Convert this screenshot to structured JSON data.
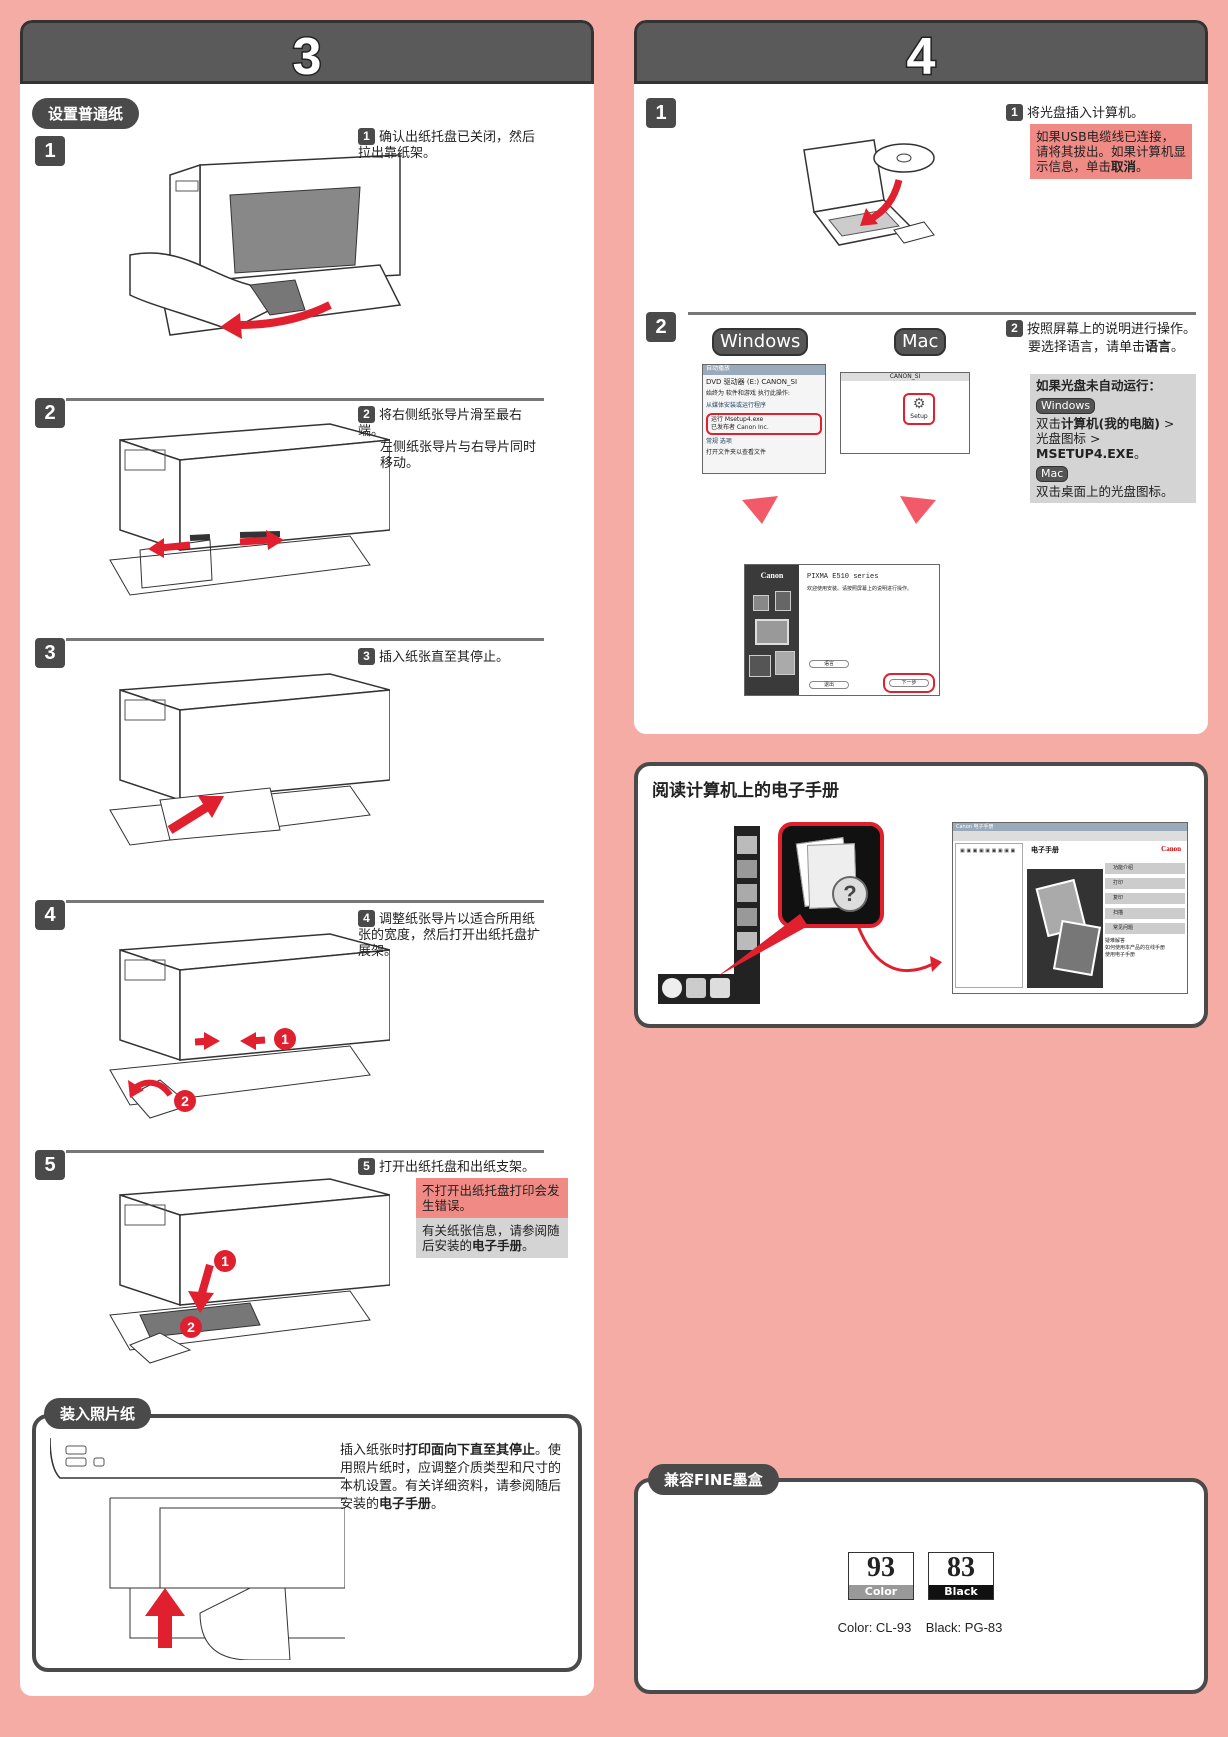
{
  "left": {
    "number": "3",
    "section1_title": "设置普通纸",
    "steps": [
      {
        "num": "1",
        "text": "确认出纸托盘已关闭，然后拉出靠纸架。"
      },
      {
        "num": "2",
        "text": "将右侧纸张导片滑至最右端。",
        "note": "左侧纸张导片与右导片同时移动。"
      },
      {
        "num": "3",
        "text": "插入纸张直至其停止。"
      },
      {
        "num": "4",
        "text": "调整纸张导片以适合所用纸张的宽度，然后打开出纸托盘扩展架。"
      },
      {
        "num": "5",
        "text": "打开出纸托盘和出纸支架。",
        "warning": "不打开出纸托盘打印会发生错误。",
        "info_pre": "有关纸张信息，请参阅随后安装的",
        "info_bold": "电子手册",
        "info_post": "。"
      }
    ],
    "callouts": [
      "1",
      "2"
    ],
    "section2_title": "装入照片纸",
    "photo_pre": "插入纸张时",
    "photo_bold1": "打印面向下直至其停止",
    "photo_mid": "。使用照片纸时，应调整介质类型和尺寸的本机设置。有关详细资料，请参阅随后安装的",
    "photo_bold2": "电子手册",
    "photo_post": "。"
  },
  "right": {
    "number": "4",
    "step1": {
      "num": "1",
      "text": "将光盘插入计算机。",
      "warning_pre": "如果USB电缆线已连接，请将其拔出。如果计算机显示信息，单击",
      "warning_bold": "取消",
      "warning_post": "。"
    },
    "step2": {
      "num": "2",
      "text": "按照屏幕上的说明进行操作。",
      "note_pre": "要选择语言，请单击",
      "note_bold": "语言",
      "note_post": "。",
      "box_title": "如果光盘未自动运行：",
      "windows_label": "Windows",
      "windows_pre": "双击",
      "windows_bold1": "计算机(我的电脑)",
      "windows_mid": " > 光盘图标 > ",
      "windows_bold2": "MSETUP4.EXE",
      "windows_post": "。",
      "mac_label": "Mac",
      "mac_text": "双击桌面上的光盘图标。"
    },
    "os_windows": "Windows",
    "os_mac": "Mac",
    "screenshots": {
      "autoplay_title": "自动播放",
      "dvd_drive": "DVD 驱动器 (E:) CANON_SI",
      "always": "始终为 软件和游戏 执行此操作:",
      "install_prompt": "从媒体安装或运行程序",
      "run_msetup": "运行 Msetup4.exe",
      "publisher": "已发布者 Canon Inc.",
      "general": "常规 选项",
      "open_folder": "打开文件夹以查看文件",
      "mac_title": "CANON_SI",
      "mac_icon": "Setup",
      "canon": "Canon",
      "pixma": "PIXMA E510 series",
      "welcome": "欢迎使用安装。请按照屏幕上的说明进行操作。",
      "language": "语言",
      "exit": "退出",
      "next": "下一步"
    },
    "manual": {
      "title": "阅读计算机上的电子手册",
      "window_title": "Canon 电子手册",
      "heading": "电子手册",
      "brand": "Canon",
      "menu": [
        "功能介绍",
        "打印",
        "复印",
        "扫描",
        "常见问题"
      ],
      "links": [
        "疑难解答",
        "如何使用本产品的在线手册",
        "使用电子手册"
      ]
    },
    "ink": {
      "title": "兼容FINE墨盒",
      "color_num": "93",
      "color_label": "Color",
      "black_num": "83",
      "black_label": "Black",
      "caption": "Color: CL-93    Black: PG-83"
    }
  },
  "colors": {
    "background": "#f4aca5",
    "accent_red": "#e0202e",
    "header_gray": "#5a5a5a",
    "warning_pink": "#f08a85",
    "info_gray": "#d4d4d4"
  }
}
